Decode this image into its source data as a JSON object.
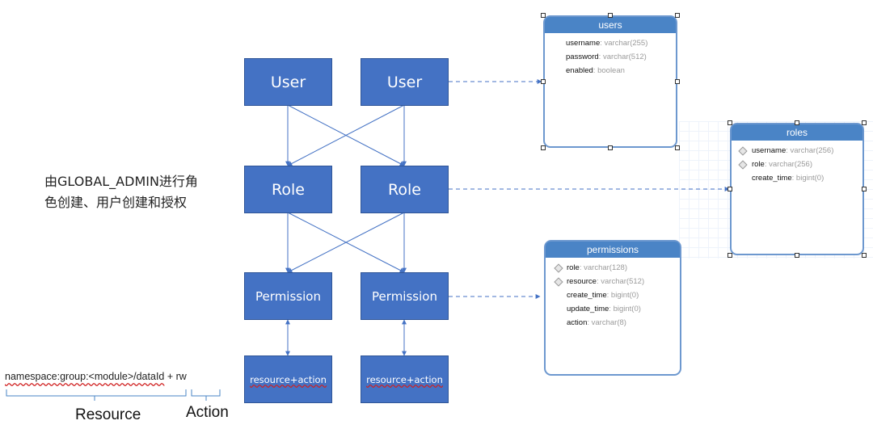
{
  "nodes": {
    "user_left": "User",
    "user_right": "User",
    "role_left": "Role",
    "role_right": "Role",
    "permission_left": "Permission",
    "permission_right": "Permission",
    "resource_left": "resource+action",
    "resource_right": "resource+action"
  },
  "note": {
    "line1": "由GLOBAL_ADMIN进行角",
    "line2": "色创建、用户创建和授权"
  },
  "formula": {
    "prefix": "namespace:group:<module>/dataId",
    "suffix": " + rw",
    "resource_label": "Resource",
    "action_label": "Action"
  },
  "tables": {
    "users": {
      "title": "users",
      "rows": [
        {
          "name": "username",
          "type": ": varchar(255)"
        },
        {
          "name": "password",
          "type": ": varchar(512)"
        },
        {
          "name": "enabled",
          "type": ": boolean"
        }
      ]
    },
    "roles": {
      "title": "roles",
      "rows": [
        {
          "name": "username",
          "type": ": varchar(256)"
        },
        {
          "name": "role",
          "type": ": varchar(256)"
        },
        {
          "name": "create_time",
          "type": ": bigint(0)"
        }
      ]
    },
    "permissions": {
      "title": "permissions",
      "rows": [
        {
          "name": "role",
          "type": ": varchar(128)"
        },
        {
          "name": "resource",
          "type": ": varchar(512)"
        },
        {
          "name": "create_time",
          "type": ": bigint(0)"
        },
        {
          "name": "update_time",
          "type": ": bigint(0)"
        },
        {
          "name": "action",
          "type": ": varchar(8)"
        }
      ]
    }
  },
  "colors": {
    "box_fill": "#4472c4",
    "table_header": "#4a84c6",
    "connector": "#4472c4"
  }
}
